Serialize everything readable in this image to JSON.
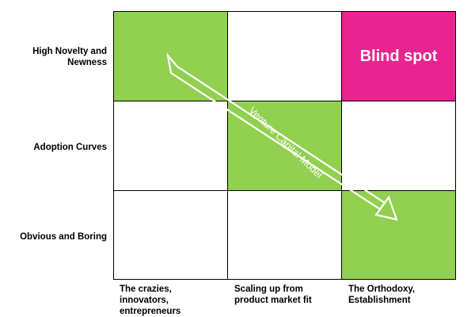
{
  "rows": [
    {
      "label": "High Novelty and Newness"
    },
    {
      "label": "Adoption Curves"
    },
    {
      "label": "Obvious and Boring"
    }
  ],
  "columns": [
    {
      "label": "The crazies, innovators, entrepreneurs"
    },
    {
      "label": "Scaling up from product market fit"
    },
    {
      "label": "The Orthodoxy, Establishment"
    }
  ],
  "cells": [
    [
      {
        "fill": "green",
        "text": ""
      },
      {
        "fill": "white",
        "text": ""
      },
      {
        "fill": "pink",
        "text": "Blind spot"
      }
    ],
    [
      {
        "fill": "white",
        "text": ""
      },
      {
        "fill": "green",
        "text": ""
      },
      {
        "fill": "white",
        "text": ""
      }
    ],
    [
      {
        "fill": "white",
        "text": ""
      },
      {
        "fill": "white",
        "text": ""
      },
      {
        "fill": "green",
        "text": ""
      }
    ]
  ],
  "arrow": {
    "label": "Venture Capital Model"
  },
  "colors": {
    "green": "#92d050",
    "pink": "#e9248f",
    "white": "#ffffff",
    "arrow_outline": "#ffffff"
  }
}
